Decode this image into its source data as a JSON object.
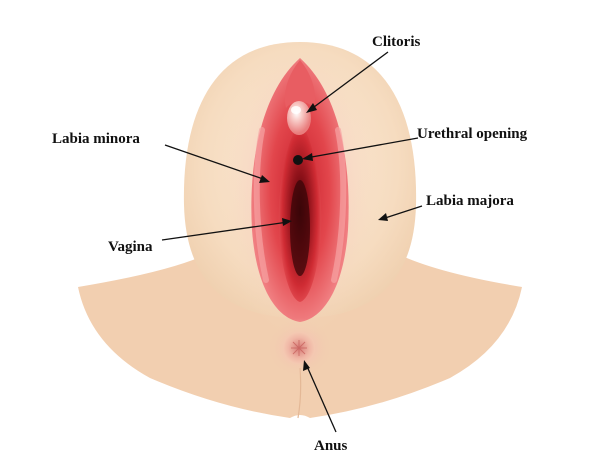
{
  "diagram": {
    "labels": {
      "clitoris": "Clitoris",
      "urethral_opening": "Urethral opening",
      "labia_minora": "Labia minora",
      "labia_majora": "Labia majora",
      "vagina": "Vagina",
      "anus": "Anus"
    }
  },
  "colors": {
    "skin": "#f2cfb0",
    "labia_majora": "#f8e3cc",
    "labia_minora": "#f07c7c",
    "inner_red": "#d9343c",
    "dark_opening": "#5a0d12",
    "label_text": "#111111"
  }
}
